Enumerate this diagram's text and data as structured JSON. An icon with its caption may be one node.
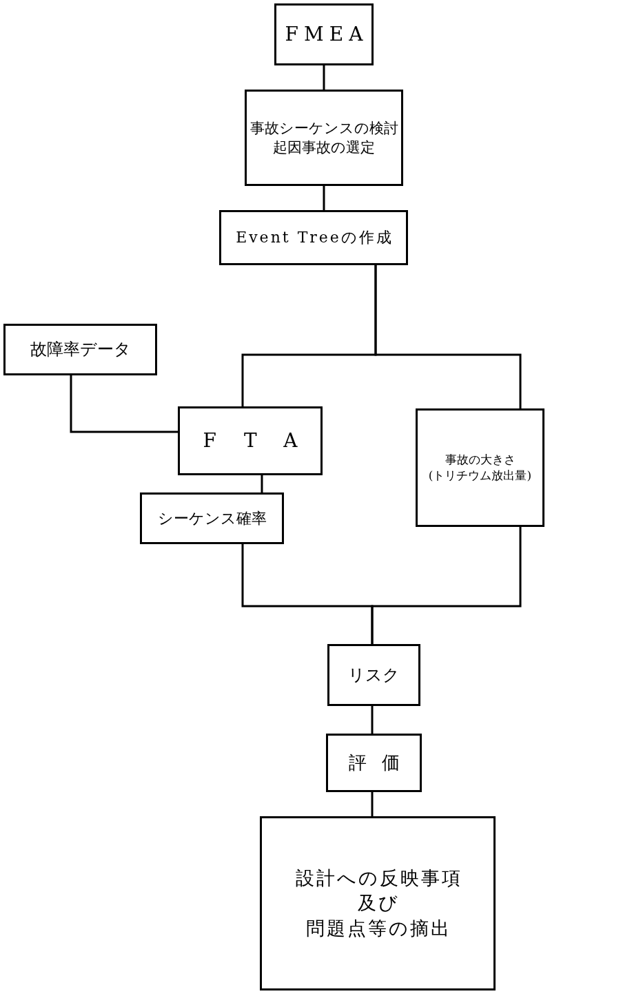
{
  "diagram": {
    "nodes": [
      {
        "text": [
          "FMEA"
        ]
      },
      {
        "text": [
          "事故シーケンスの検討",
          "起因事故の選定"
        ]
      },
      {
        "text": [
          "Event Treeの作成"
        ]
      },
      {
        "text": [
          "故障率データ"
        ]
      },
      {
        "text": [
          "FTA"
        ]
      },
      {
        "text": [
          "事故の大きさ",
          "(トリチウム放出量)"
        ]
      },
      {
        "text": [
          "シーケンス確率"
        ]
      },
      {
        "text": [
          "リスク"
        ]
      },
      {
        "text": [
          "評価"
        ]
      },
      {
        "text": [
          "設計への反映事項",
          "及び",
          "問題点等の摘出"
        ]
      }
    ],
    "edges": [
      {
        "from": 0,
        "to": 1,
        "arrow": "none"
      },
      {
        "from": 1,
        "to": 2,
        "arrow": "none"
      },
      {
        "from": 2,
        "to": 4,
        "arrow": "none"
      },
      {
        "from": 2,
        "to": 5,
        "arrow": "none"
      },
      {
        "from": 3,
        "to": 4,
        "arrow": "none"
      },
      {
        "from": 4,
        "to": 6,
        "arrow": "none"
      },
      {
        "from": 6,
        "to": 7,
        "arrow": "none"
      },
      {
        "from": 5,
        "to": 7,
        "arrow": "none"
      },
      {
        "from": 7,
        "to": 8,
        "arrow": "none"
      },
      {
        "from": 8,
        "to": 9,
        "arrow": "none"
      }
    ]
  }
}
